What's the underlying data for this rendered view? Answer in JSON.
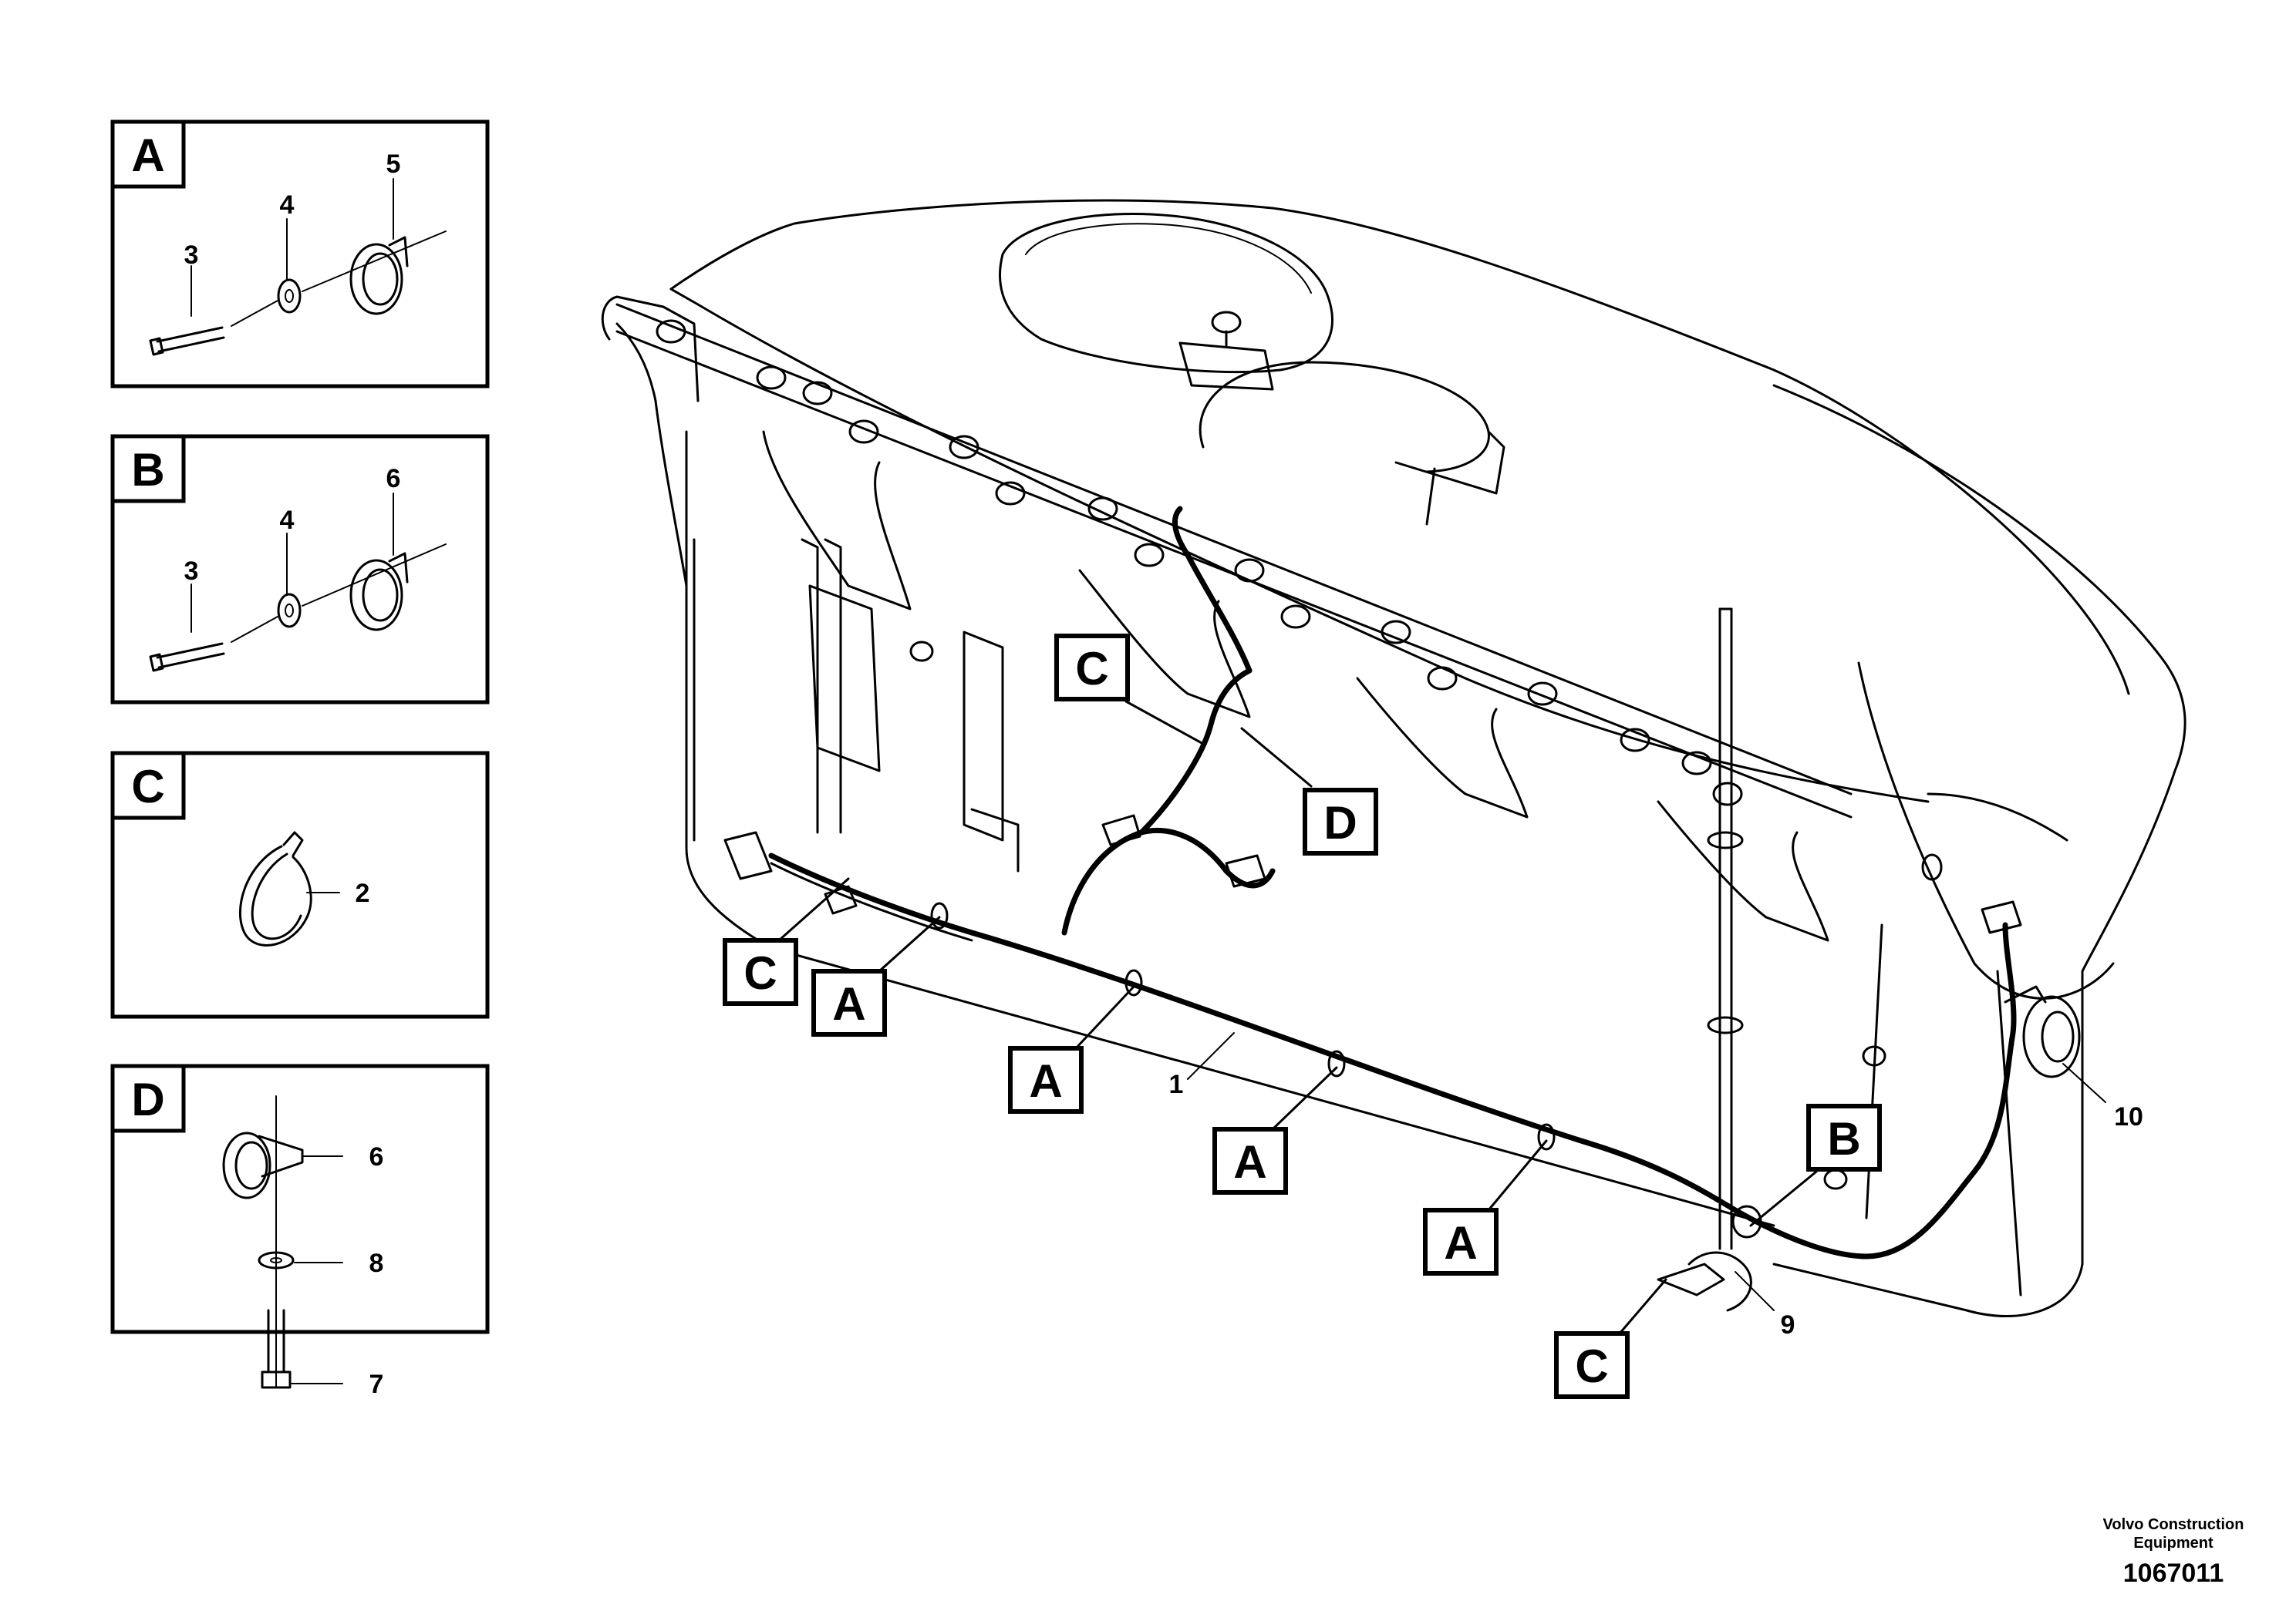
{
  "detail_panels": [
    {
      "letter": "A",
      "labels": [
        "3",
        "4",
        "5"
      ]
    },
    {
      "letter": "B",
      "labels": [
        "3",
        "4",
        "6"
      ]
    },
    {
      "letter": "C",
      "labels": [
        "2"
      ]
    },
    {
      "letter": "D",
      "labels": [
        "6",
        "8",
        "7"
      ]
    }
  ],
  "callouts": [
    "C",
    "A",
    "A",
    "A",
    "A",
    "B",
    "C",
    "C",
    "D"
  ],
  "part_numbers": [
    "1",
    "9",
    "10"
  ],
  "footer": {
    "company_line1": "Volvo Construction",
    "company_line2": "Equipment",
    "drawing_number": "1067011"
  }
}
